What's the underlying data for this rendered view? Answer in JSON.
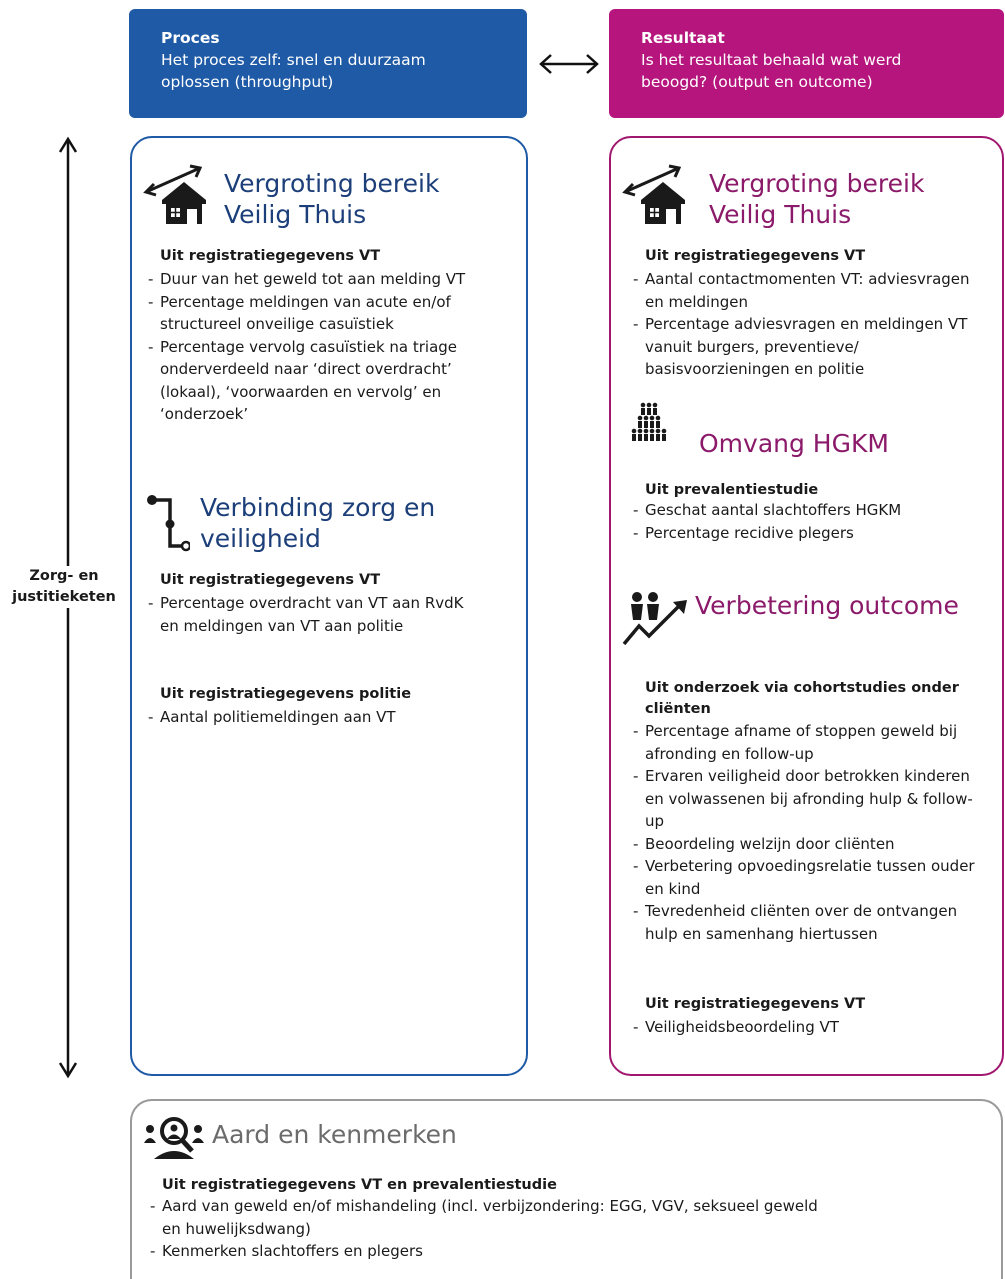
{
  "headers": {
    "proces": {
      "title": "Proces",
      "text": "Het proces zelf: snel en duurzaam oplossen (throughput)"
    },
    "resultaat": {
      "title": "Resultaat",
      "text": "Is het resultaat behaald wat werd beoogd? (output en outcome)"
    }
  },
  "axis_label": "Zorg- en justitieketen",
  "left": {
    "sec1": {
      "title": "Vergroting bereik Veilig Thuis",
      "icon": "house-expand-icon",
      "subtitle": "Uit registratiegegevens VT",
      "items": [
        "Duur van het geweld tot aan melding VT",
        "Percentage meldingen van acute en/of structureel onveilige casuïstiek",
        "Percentage vervolg casuïstiek na triage onderverdeeld naar ‘direct overdracht’ (lokaal), ‘voorwaarden en vervolg’ en ‘onderzoek’"
      ]
    },
    "sec2": {
      "title": "Verbinding zorg en veiligheid",
      "icon": "connection-path-icon",
      "subtitle": "Uit registratiegegevens VT",
      "items": [
        "Percentage overdracht van VT aan RvdK en meldingen van VT aan politie"
      ],
      "subtitle2": "Uit registratiegegevens politie",
      "items2": [
        "Aantal politiemeldingen aan VT"
      ]
    }
  },
  "right": {
    "sec1": {
      "title": "Vergroting bereik Veilig Thuis",
      "icon": "house-expand-icon",
      "subtitle": "Uit registratiegegevens VT",
      "items": [
        "Aantal contactmomenten VT: adviesvragen en meldingen",
        "Percentage adviesvragen en meldingen VT vanuit burgers, preventieve/ basisvoorzieningen en politie"
      ]
    },
    "sec2": {
      "title": "Omvang HGKM",
      "icon": "people-crowd-icon",
      "subtitle": "Uit prevalentiestudie",
      "items": [
        "Geschat aantal slachtoffers HGKM",
        "Percentage recidive plegers"
      ]
    },
    "sec3": {
      "title": "Verbetering outcome",
      "icon": "people-growth-icon",
      "subtitle": "Uit onderzoek via cohortstudies onder cliënten",
      "items": [
        "Percentage afname of stoppen geweld bij afronding en follow-up",
        "Ervaren veiligheid door betrokken kinderen en volwassenen bij afronding hulp & follow-up",
        "Beoordeling welzijn door cliënten",
        "Verbetering opvoedingsrelatie tussen ouder en kind",
        "Tevredenheid cliënten over de ontvangen hulp en samenhang hiertussen"
      ],
      "subtitle2": "Uit registratiegegevens VT",
      "items2": [
        "Veiligheidsbeoordeling VT"
      ]
    }
  },
  "bottom": {
    "title": "Aard en kenmerken",
    "icon": "magnifier-people-icon",
    "subtitle": "Uit registratiegegevens VT en prevalentiestudie",
    "items": [
      "Aard van geweld en/of mishandeling (incl. verbijzondering: EGG, VGV, seksueel geweld en huwelijksdwang)",
      "Kenmerken slachtoffers en plegers"
    ]
  },
  "colors": {
    "blue": "#1f5aa6",
    "magenta": "#b5157d",
    "grey": "#9a9a9a"
  }
}
